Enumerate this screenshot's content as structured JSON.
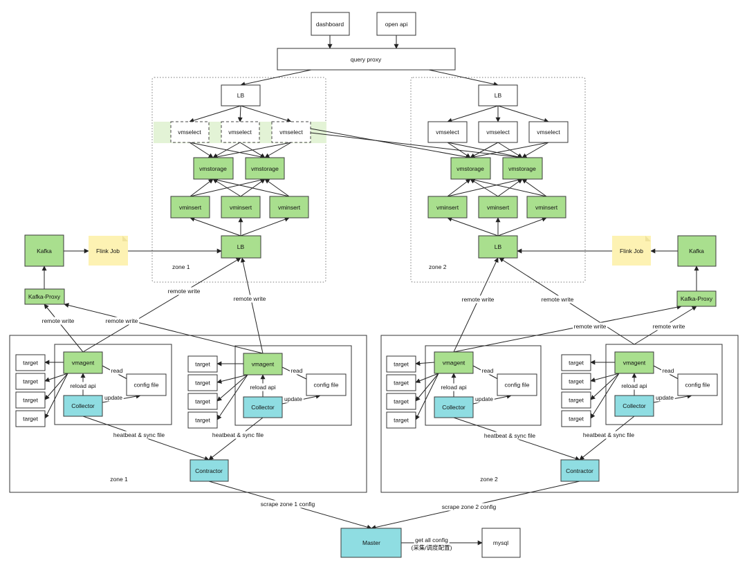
{
  "top": {
    "dashboard": "dashboard",
    "open_api": "open api",
    "query_proxy": "query proxy"
  },
  "cluster": {
    "lb": "LB",
    "vmselect": "vmselect",
    "vmstorage": "vmstorage",
    "vminsert": "vminsert",
    "zone1_label": "zone 1",
    "zone2_label": "zone 2"
  },
  "ingest": {
    "kafka": "Kafka",
    "flink_job": "Flink Job",
    "kafka_proxy": "Kafka-Proxy"
  },
  "agents": {
    "target": "target",
    "vmagent": "vmagent",
    "collector": "Collector",
    "config_file": "config file",
    "contractor": "Contractor",
    "zone1_label": "zone 1",
    "zone2_label": "zone 2"
  },
  "edges": {
    "remote_write": "remote write",
    "read": "read",
    "update": "update",
    "reload_api": "reload api",
    "heartbeat": "heatbeat & sync file",
    "scrape_zone1": "scrape zone 1 config",
    "scrape_zone2": "scrape zone 2 config",
    "get_all_config_1": "get all config",
    "get_all_config_2": "(采集/调度配置)"
  },
  "master": {
    "master": "Master",
    "mysql": "mysql"
  },
  "colors": {
    "green": "#a9df8e",
    "teal": "#8fdde2",
    "note": "#fdf2b3",
    "highlight": "#e3f3d6"
  }
}
